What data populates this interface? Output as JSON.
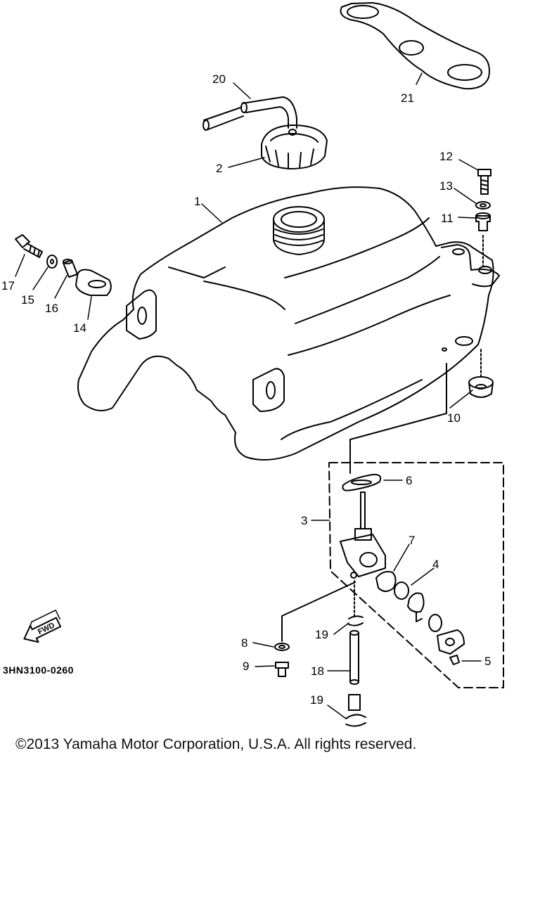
{
  "diagram": {
    "callouts": [
      {
        "id": "1",
        "text": "1"
      },
      {
        "id": "2",
        "text": "2"
      },
      {
        "id": "3",
        "text": "3"
      },
      {
        "id": "4",
        "text": "4"
      },
      {
        "id": "5",
        "text": "5"
      },
      {
        "id": "6",
        "text": "6"
      },
      {
        "id": "7",
        "text": "7"
      },
      {
        "id": "8",
        "text": "8"
      },
      {
        "id": "9",
        "text": "9"
      },
      {
        "id": "10",
        "text": "10"
      },
      {
        "id": "11",
        "text": "11"
      },
      {
        "id": "12",
        "text": "12"
      },
      {
        "id": "13",
        "text": "13"
      },
      {
        "id": "14",
        "text": "14"
      },
      {
        "id": "15",
        "text": "15"
      },
      {
        "id": "16",
        "text": "16"
      },
      {
        "id": "17",
        "text": "17"
      },
      {
        "id": "18",
        "text": "18"
      },
      {
        "id": "19a",
        "text": "19"
      },
      {
        "id": "19b",
        "text": "19"
      },
      {
        "id": "20",
        "text": "20"
      },
      {
        "id": "21",
        "text": "21"
      }
    ],
    "fwd_arrow": "FWD",
    "diagram_code": "3HN3100-0260"
  },
  "footer": {
    "copyright": "©2013 Yamaha Motor Corporation, U.S.A. All rights reserved."
  }
}
